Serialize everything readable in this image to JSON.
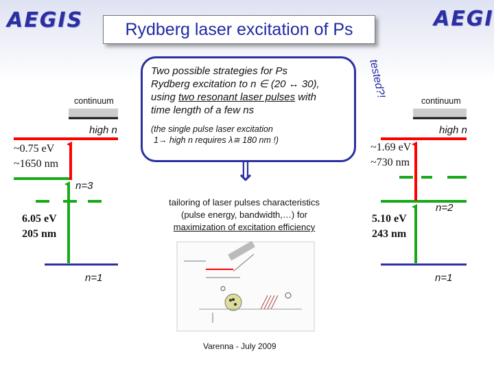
{
  "logos": {
    "left": "AEGIS",
    "right": "AEGIS"
  },
  "title": "Rydberg laser excitation of Ps",
  "bubble": {
    "line1": "Two possible strategies for Ps",
    "line2": "Rydberg excitation to n ∈ (20 ↔ 30),",
    "line3a": "using ",
    "line3b": "two resonant laser pulses",
    "line3c": " with",
    "line4": "time length of a few ns",
    "note1": "(the single pulse laser excitation",
    "note2": "1→ high n  requires λ≅ 180 nm !)"
  },
  "tested": "tested?!",
  "left_diagram": {
    "continuum": "continuum",
    "high_n": "high n",
    "upper_energy": "~0.75 eV",
    "upper_wavelength": "~1650 nm",
    "mid_level": "n=3",
    "lower_energy": "6.05 eV",
    "lower_wavelength": "205 nm",
    "ground": "n=1"
  },
  "right_diagram": {
    "continuum": "continuum",
    "high_n": "high n",
    "upper_energy": "~1.69 eV",
    "upper_wavelength": "~730 nm",
    "mid_level": "n=2",
    "lower_energy": "5.10 eV",
    "lower_wavelength": "243 nm",
    "ground": "n=1"
  },
  "arrow_symbol": "⇓",
  "tailoring": {
    "line1": "tailoring of laser pulses characteristics",
    "line2": "(pulse energy, bandwidth,…) for",
    "line3": "maximization of excitation efficiency"
  },
  "footer": "Varenna - July 2009",
  "colors": {
    "blue": "#2b2fa0",
    "red": "#ff0000",
    "green": "#1aa81a",
    "dark": "#111111"
  }
}
